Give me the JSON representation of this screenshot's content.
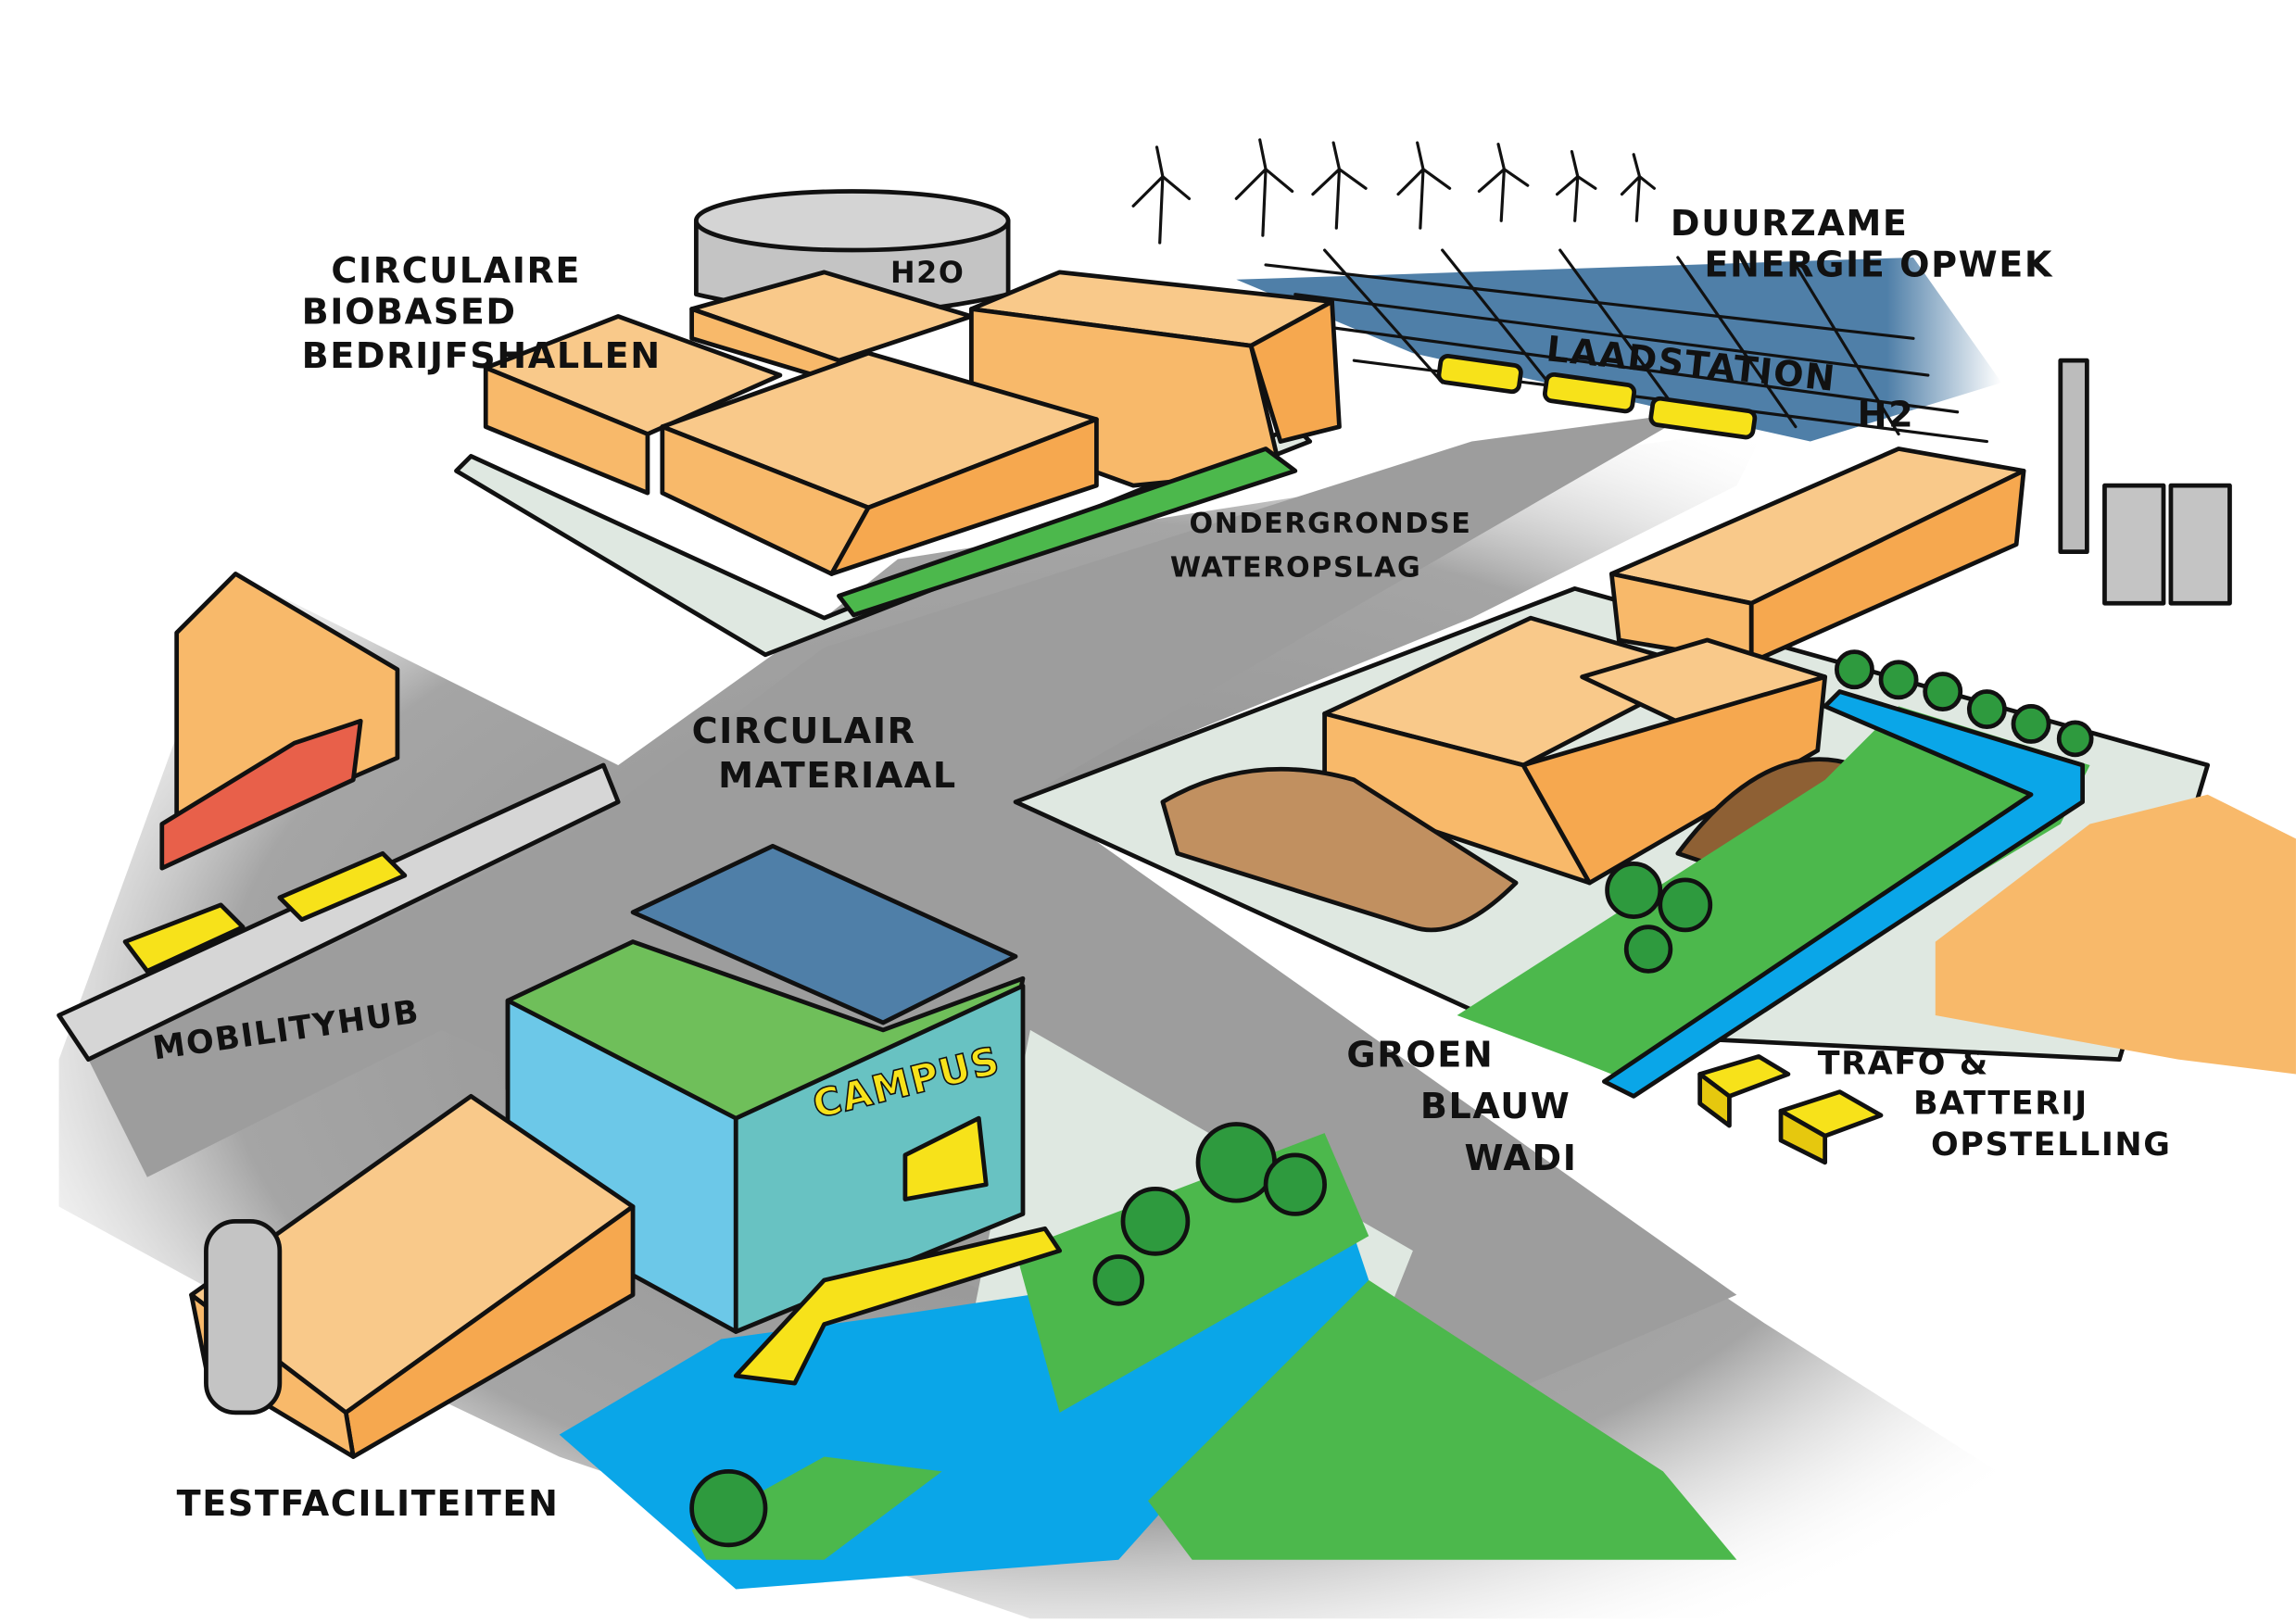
{
  "labels": {
    "bedrijfshallen": [
      "CIRCULAIRE",
      "BIOBASED",
      "BEDRIJFSHALLEN"
    ],
    "h2o": "H2O",
    "energie": [
      "DUURZAME",
      "ENERGIE OPWEK"
    ],
    "laadstation": "LAADSTATION",
    "h2": "H2",
    "wateropslag": [
      "ONDERGRONDSE",
      "WATEROPSLAG"
    ],
    "materiaal": [
      "CIRCULAIR",
      "MATERIAAL"
    ],
    "mobility": "MOBILITYHUB",
    "campus": "CAMPUS",
    "wadi": [
      "GROEN",
      "BLAUW",
      "WADI"
    ],
    "trafo": [
      "TRAFO &",
      "BATTERIJ",
      "OPSTELLING"
    ],
    "test": "TESTFACILITEITEN"
  },
  "colors": {
    "road": "#9a9a9a",
    "sidewalk": "#dfe8e1",
    "building": "#f8b96a",
    "building_light": "#f9c98a",
    "solar": "#4f7fa8",
    "water": "#0aa6e8",
    "green": "#4cb84c",
    "soil": "#9a6a3d",
    "yellow": "#f7e21a",
    "campus": "#6cc8e8"
  }
}
